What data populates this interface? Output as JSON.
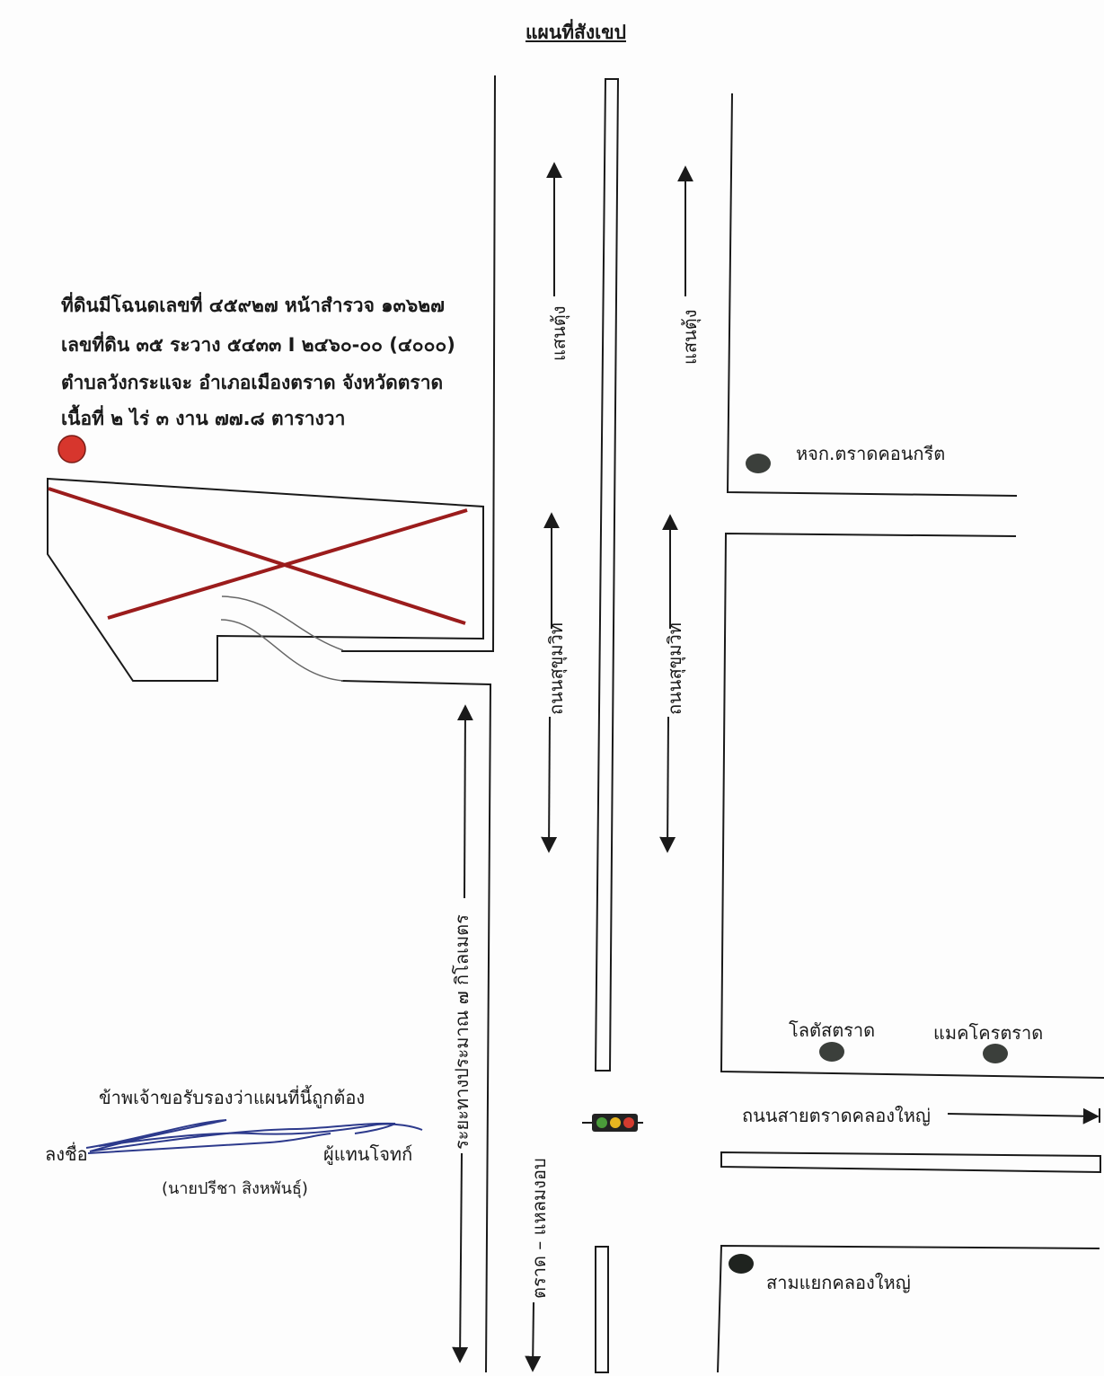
{
  "title": "แผนที่สังเขป",
  "parcel_info": [
    "ที่ดินมีโฉนดเลขที่ ๔๕๙๒๗ หน้าสำรวจ ๑๓๖๒๗",
    "เลขที่ดิน ๓๕ ระวาง ๕๔๓๓ I ๒๔๖๐-๐๐ (๔๐๐๐)",
    "ตำบลวังกระแจะ อำเภอเมืองตราด จังหวัดตราด",
    "เนื้อที่ ๒ ไร่ ๓ งาน ๗๗.๘ ตารางวา"
  ],
  "road_labels": {
    "saen_tung_left": "แสนตุ้ง",
    "saen_tung_right": "แสนตุ้ง",
    "sukhumvit_left": "ถนนสุขุมวิท",
    "sukhumvit_right": "ถนนสุขุมวิท",
    "distance": "ระยะทางประมาณ ๗ กิโลเมตร",
    "trat_laem_ngop": "ตราด – แหลมงอบ",
    "trat_khlong_yai_road": "ถนนสายตราดคลองใหญ่"
  },
  "landmarks": {
    "concrete": "หจก.ตราดคอนกรีต",
    "lotus": "โลตัสตราด",
    "makro": "แมคโครตราด",
    "junction": "สามแยกคลองใหญ่"
  },
  "certification": {
    "statement": "ข้าพเจ้าขอรับรองว่าแผนที่นี้ถูกต้อง",
    "sign_label": "ลงชื่อ",
    "role": "ผู้แทนโจทก์",
    "name": "(นายปรีชา สิงหพันธุ์)"
  },
  "colors": {
    "line": "#1a1a1a",
    "cross": "#9b1c1c",
    "parcel_marker": "#d7362d",
    "landmark_marker": "#3b3f3b",
    "traffic_red": "#d43b2f",
    "traffic_yellow": "#e7b520",
    "traffic_green": "#4a9b3a"
  },
  "icons": [
    "parcel-marker-icon",
    "landmark-marker-icon",
    "traffic-light-icon",
    "signature-icon"
  ]
}
